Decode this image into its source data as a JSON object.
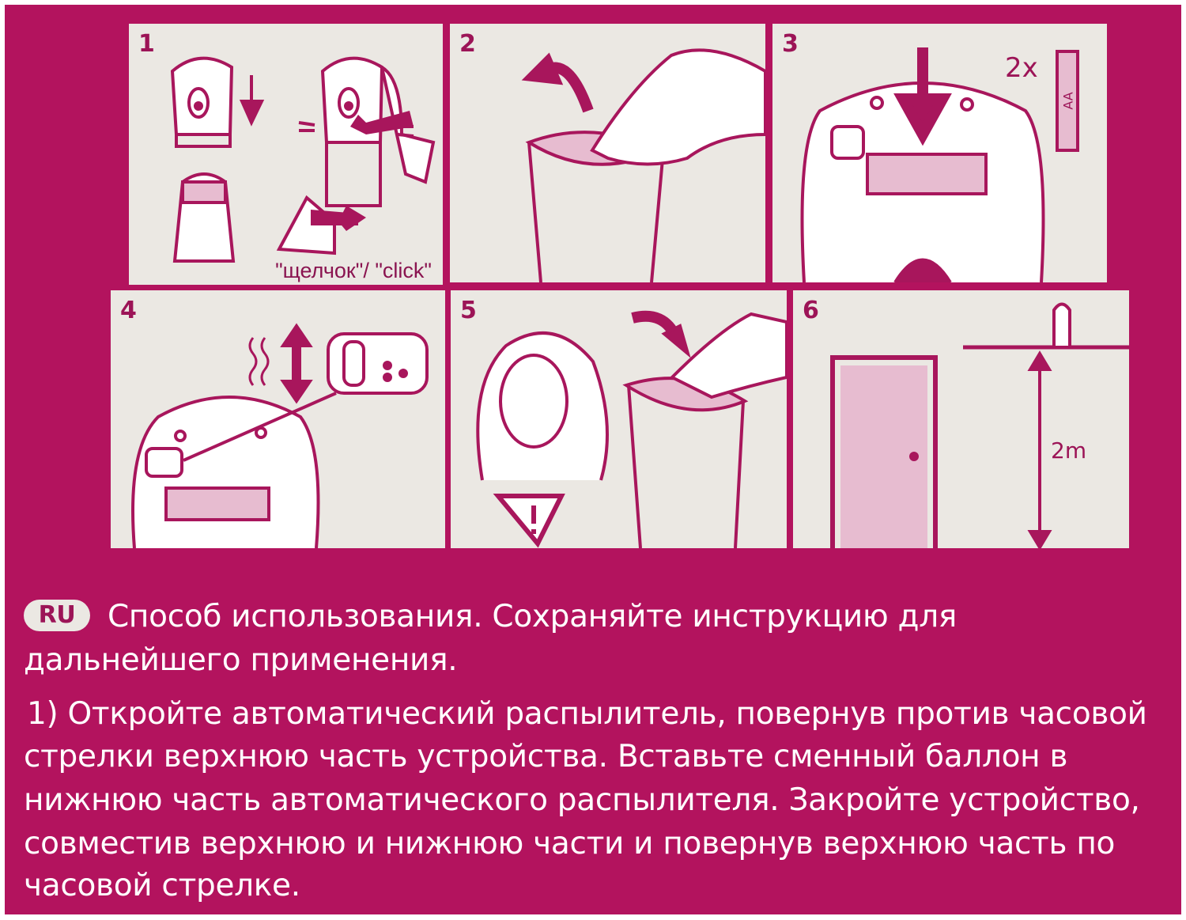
{
  "steps": [
    {
      "number": "1",
      "caption": "\"щелчок\"/ \"click\""
    },
    {
      "number": "2"
    },
    {
      "number": "3",
      "battery_count": "2x",
      "battery_type": "AA"
    },
    {
      "number": "4"
    },
    {
      "number": "5"
    },
    {
      "number": "6",
      "height_label": "2m"
    }
  ],
  "instructions": {
    "language_badge": "RU",
    "heading_line1": "Способ использования. Сохраняйте инструкцию для",
    "heading_line2": "дальнейшего применения.",
    "step1_lines": [
      "1) Откройте автоматический распылитель, повернув против часовой",
      "стрелки верхнюю часть устройства. Вставьте сменный баллон в",
      "нижнюю часть автоматического распылителя. Закройте устройство,",
      "совместив верхнюю и нижнюю части и повернув верхнюю часть по",
      "часовой стрелке."
    ]
  },
  "colors": {
    "background": "#b3135e",
    "panel": "#ebe8e3",
    "ink": "#a8165c"
  }
}
